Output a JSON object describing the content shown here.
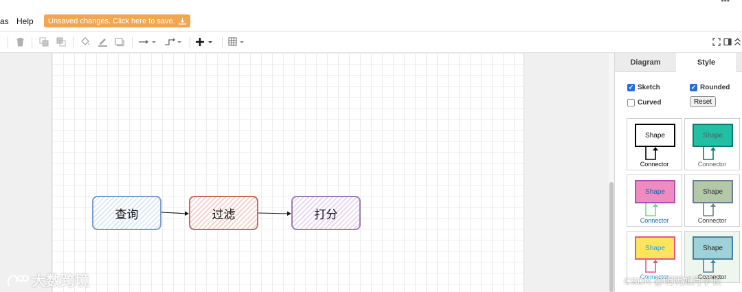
{
  "menubar": {
    "items": [
      "as",
      "Help"
    ],
    "save_banner": "Unsaved changes. Click here to save."
  },
  "toolbar": {
    "icons": [
      "delete-icon",
      "to-front-icon",
      "to-back-icon",
      "fill-color-icon",
      "line-color-icon",
      "shadow-icon",
      "connection-arrow-icon",
      "waypoints-icon",
      "insert-plus-icon",
      "table-icon",
      "fullscreen-icon",
      "format-panel-icon",
      "collapse-icon"
    ]
  },
  "canvas": {
    "nodes": [
      {
        "label": "查询",
        "stroke": "#7a9cc4",
        "fill": "#dde8f6"
      },
      {
        "label": "过滤",
        "stroke": "#c66860",
        "fill": "#f6d2cd"
      },
      {
        "label": "打分",
        "stroke": "#9e7bb3",
        "fill": "#e8d9f0"
      }
    ]
  },
  "panel": {
    "tabs": [
      "Diagram",
      "Style"
    ],
    "options": {
      "sketch": "Sketch",
      "rounded": "Rounded",
      "curved": "Curved"
    },
    "checked": {
      "sketch": true,
      "rounded": true,
      "curved": false
    },
    "reset_label": "Reset",
    "styles": [
      {
        "shape": "Shape",
        "connector": "Connector",
        "fill": "#ffffff",
        "stroke": "#000000",
        "text": "#000000",
        "line": "#000000"
      },
      {
        "shape": "Shape",
        "connector": "Connector",
        "fill": "#21c0a5",
        "stroke": "#0d7a68",
        "text": "#5a5a5a",
        "line": "#0d7a68"
      },
      {
        "shape": "Shape",
        "connector": "Connector",
        "fill": "#f08bc0",
        "stroke": "#b04fb3",
        "text": "#1e5fa8",
        "line": "#66dd88"
      },
      {
        "shape": "Shape",
        "connector": "Connector",
        "fill": "#b2c8a6",
        "stroke": "#6a7f97",
        "text": "#333333",
        "line": "#6a7f97"
      },
      {
        "shape": "Shape",
        "connector": "Connector",
        "fill": "#fce45e",
        "stroke": "#e8538e",
        "text": "#2d9bdb",
        "line": "#e8538e"
      },
      {
        "shape": "Shape",
        "connector": "Connector",
        "fill": "#9ed2d8",
        "stroke": "#4a7f99",
        "text": "#222222",
        "line": "#4a7f99"
      }
    ]
  },
  "watermarks": {
    "left": "大数跨境",
    "right": "CSDN @明明如月学长"
  }
}
